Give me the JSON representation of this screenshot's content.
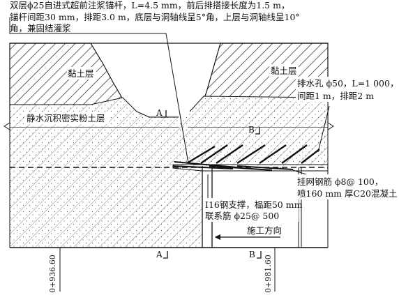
{
  "annotations": {
    "bolt_spec": [
      "双层ϕ25自进式超前注浆锚杆，L=4.5 mm，前后排搭接长度为1.5 m，",
      "锚杆间距30 mm，排距3.0 m，底层与洞轴线呈5°角，上层与洞轴线呈10°",
      "角，兼固结灌浆"
    ],
    "clay_left": "黏土层",
    "clay_right": "黏土层",
    "silt": "静水沉积密实粉土层",
    "drain": [
      "排水孔 ϕ50，L=1 000，",
      "间距1 m，排距2 m"
    ],
    "mesh": [
      "挂网钢筋 ϕ8@ 100，",
      "喷160 mm 厚C20混凝土"
    ],
    "steel": [
      "I16钢支撑，榀距50 mm",
      "联系筋 ϕ25@ 500"
    ],
    "direction": "施工方向"
  },
  "section_marks": {
    "a_top": "A",
    "b_top": "B",
    "a_bottom": "A",
    "b_bottom": "B"
  },
  "stations": {
    "left": "0+936.60",
    "right": "0+981.60"
  }
}
